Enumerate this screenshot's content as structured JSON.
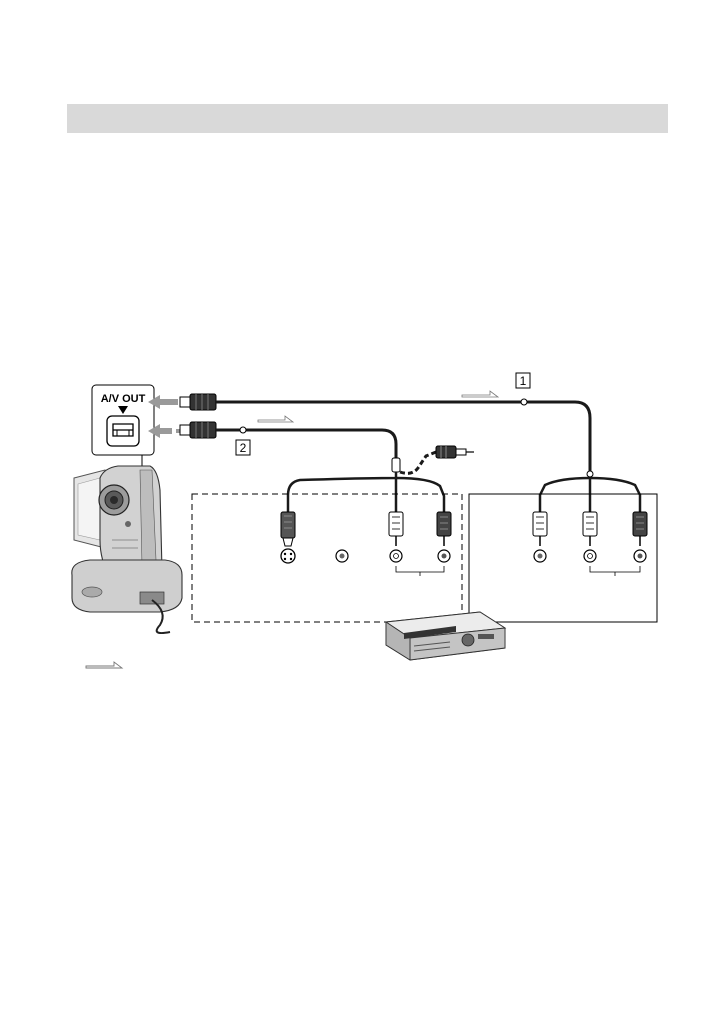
{
  "port_label": "A/V OUT",
  "cable_labels": [
    "1",
    "2"
  ],
  "colors": {
    "heading_band": "#d9d9d9",
    "cable": "#1a1a1a",
    "arrow": "#9a9a9a"
  },
  "icons": {
    "av_out_port": "av-out-port-icon",
    "camcorder": "camcorder-icon",
    "vcr": "vcr-icon"
  }
}
